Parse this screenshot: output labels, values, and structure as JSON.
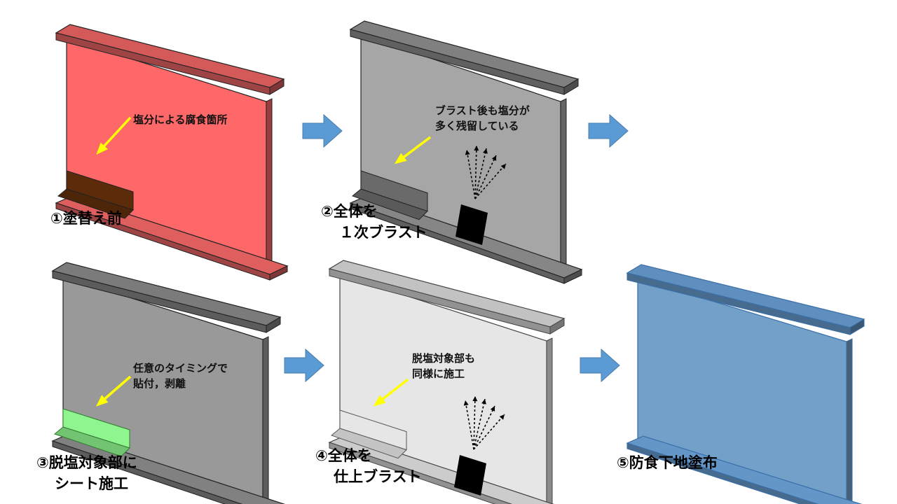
{
  "steps": [
    {
      "label_lines": [
        "①塗替え前"
      ],
      "note_lines": [
        "塩分による腐食箇所"
      ],
      "colors": {
        "web": "#ff6868",
        "flange": "#d45a5a",
        "patch": "#5b2b0a"
      }
    },
    {
      "label_lines": [
        "②全体を",
        "１次ブラスト"
      ],
      "note_lines": [
        "ブラスト後も塩分が",
        "多く残留している"
      ],
      "colors": {
        "web": "#a6a6a6",
        "flange": "#808080",
        "patch": "#6a6a6a"
      }
    },
    {
      "label_lines": [
        "③脱塩対象部に",
        "シート施工"
      ],
      "note_lines": [
        "任意のタイミングで",
        "貼付，剥離"
      ],
      "colors": {
        "web": "#999999",
        "flange": "#7b7b7b",
        "patch": "#8ff58f"
      }
    },
    {
      "label_lines": [
        "④全体を",
        "仕上ブラスト"
      ],
      "note_lines": [
        "脱塩対象部も",
        "同様に施工"
      ],
      "colors": {
        "web": "#e6e6e6",
        "flange": "#c2c2c2",
        "patch": "#e6e6e6"
      }
    },
    {
      "label_lines": [
        "⑤防食下地塗布"
      ],
      "note_lines": [],
      "colors": {
        "web": "#73a0c8",
        "flange": "#5f8fbe",
        "patch": "#73a0c8"
      }
    }
  ],
  "colors": {
    "arrow": "#5b9bd5",
    "pointer": "#ffff00"
  }
}
